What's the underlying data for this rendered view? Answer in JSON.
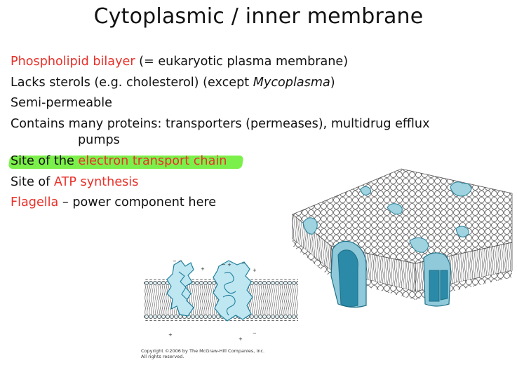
{
  "slide": {
    "title": "Cytoplasmic / inner membrane"
  },
  "bullets": [
    {
      "red": "Phospholipid bilayer",
      "rest": " (= eukaryotic plasma membrane)"
    },
    {
      "pre": "Lacks sterols (e.g. cholesterol) (except ",
      "italic": "Mycoplasma",
      "post": ")"
    },
    {
      "text": "Semi-permeable"
    },
    {
      "text": "Contains many proteins: transporters (permeases), multidrug efflux",
      "cont": "pumps"
    },
    {
      "pre": "Site of the ",
      "red": "electron transport chain"
    },
    {
      "pre": "Site of ",
      "red": "ATP synthesis"
    },
    {
      "red": "Flagella",
      "rest": " – power component here"
    }
  ],
  "figure": {
    "copyright_line1": "Copyright ©2006 by The McGraw-Hill Companies, Inc.",
    "copyright_line2": "All rights reserved."
  },
  "colors": {
    "accent_red": "#e8312a",
    "highlight_green": "#7cf04a",
    "protein_blue": "#9fd3e0",
    "protein_dark": "#2a8aa8"
  }
}
